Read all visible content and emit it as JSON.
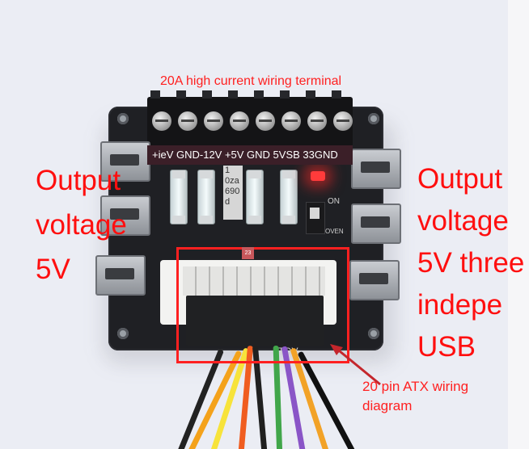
{
  "scene": {
    "subject": "ATX breakout power board"
  },
  "annotations": {
    "terminal_title": "20A high current wiring terminal",
    "terminal_labels": "+ieV GND-12V +5V GND 5VSB 33GND",
    "left_label": "Output voltage 5V",
    "right_label": "Output voltage 5V three indepe USB",
    "atx_label": "20 pin ATX wiring diagram",
    "fuse_label": "1 0za 690 d",
    "marker_label": "23",
    "board_tov": "TOV",
    "switch_on": "ON",
    "switch_oven": "OVEN"
  },
  "colors": {
    "annotation_red": "#ff0f0f",
    "board": "#1f2024",
    "label_background": "#3b1f28"
  }
}
